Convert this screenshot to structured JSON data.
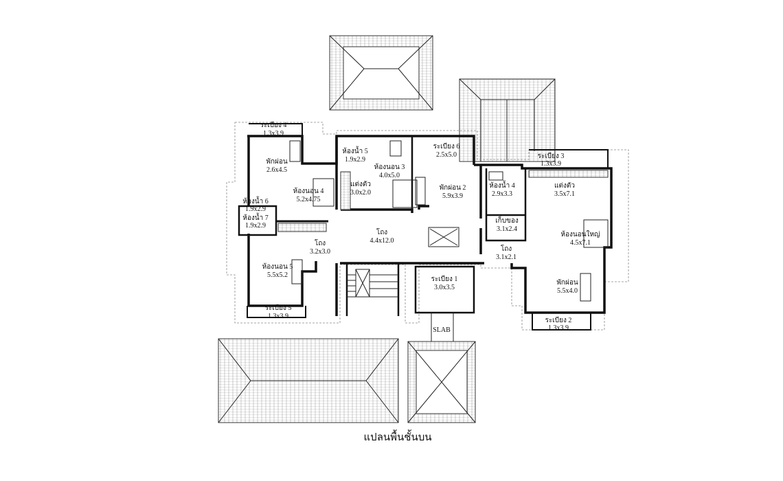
{
  "title": "แปลนพื้นชั้นบน",
  "slab_label": "SLAB",
  "rooms": [
    {
      "name": "ระเบียง 4",
      "size": "1.3x3.9"
    },
    {
      "name": "พักผ่อน",
      "size": "2.6x4.5"
    },
    {
      "name": "ห้องนอน 4",
      "size": "5.2x4.75"
    },
    {
      "name": "ห้องน้ำ 6",
      "size": "1.9x2.9"
    },
    {
      "name": "ห้องน้ำ 7",
      "size": "1.9x2.9"
    },
    {
      "name": "ห้องน้ำ 5",
      "size": "1.9x2.9"
    },
    {
      "name": "ห้องนอน 3",
      "size": "4.0x5.0"
    },
    {
      "name": "แต่งตัว",
      "size": "3.0x2.0"
    },
    {
      "name": "ระเบียง 6",
      "size": "2.5x5.0"
    },
    {
      "name": "พักผ่อน 2",
      "size": "5.9x3.9"
    },
    {
      "name": "โถง",
      "size": "4.4x12.0"
    },
    {
      "name": "โถง",
      "size": "3.2x3.0"
    },
    {
      "name": "ห้องนอน 5",
      "size": "5.5x5.2"
    },
    {
      "name": "ระเบียง 5",
      "size": "1.3x3.9"
    },
    {
      "name": "ระเบียง 1",
      "size": "3.0x3.5"
    },
    {
      "name": "ระเบียง 3",
      "size": "1.3x3.9"
    },
    {
      "name": "ห้องน้ำ 4",
      "size": "2.9x3.3"
    },
    {
      "name": "แต่งตัว",
      "size": "3.5x7.1"
    },
    {
      "name": "เก็บของ",
      "size": "3.1x2.4"
    },
    {
      "name": "ห้องนอนใหญ่",
      "size": "4.5x7.1"
    },
    {
      "name": "โถง",
      "size": "3.1x2.1"
    },
    {
      "name": "พักผ่อน",
      "size": "5.5x4.0"
    },
    {
      "name": "ระเบียง 2",
      "size": "1.3x3.9"
    }
  ]
}
